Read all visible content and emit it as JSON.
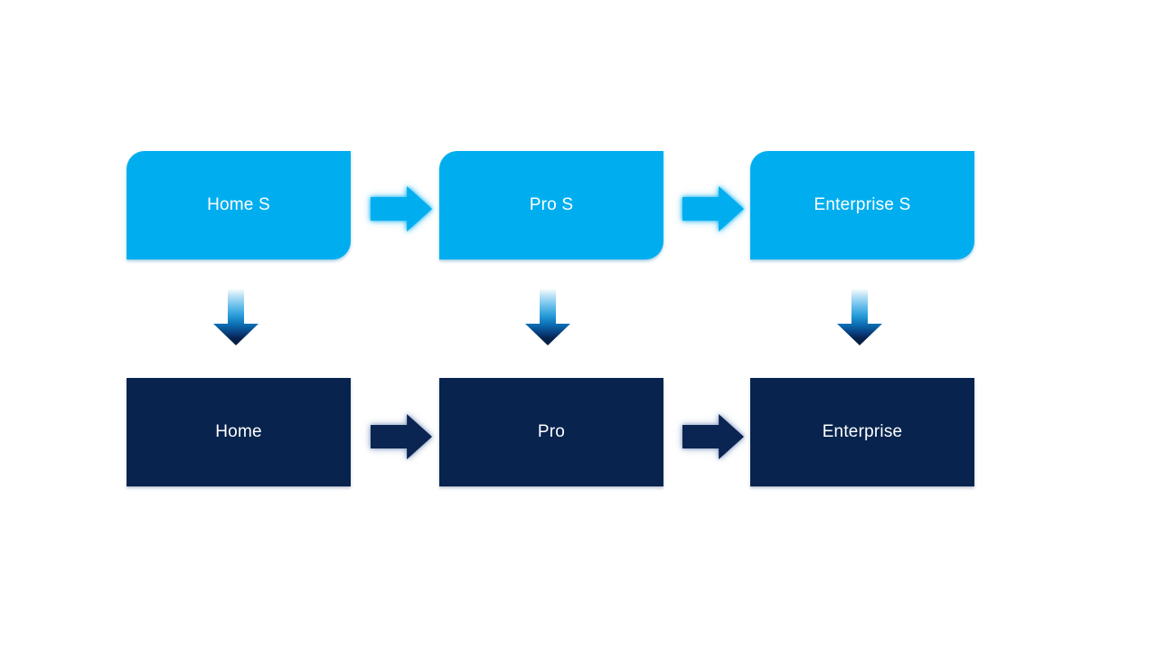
{
  "diagram": {
    "type": "flow",
    "description": "Two-row upgrade path diagram: S editions map down to full editions, each row progressing left to right",
    "columns": [
      {
        "top_label": "Home S",
        "bottom_label": "Home"
      },
      {
        "top_label": "Pro S",
        "bottom_label": "Pro"
      },
      {
        "top_label": "Enterprise S",
        "bottom_label": "Enterprise"
      }
    ],
    "connections": {
      "horizontal_top": [
        "Home S → Pro S",
        "Pro S → Enterprise S"
      ],
      "horizontal_bottom": [
        "Home → Pro",
        "Pro → Enterprise"
      ],
      "vertical": [
        "Home S → Home",
        "Pro S → Pro",
        "Enterprise S → Enterprise"
      ]
    },
    "colors": {
      "background": "#FFFFFF",
      "top_box_fill": "#00AEEF",
      "bottom_box_fill": "#07234E",
      "text": "#FFFFFF",
      "top_arrow_fill": "#00AEEF",
      "bottom_arrow_fill": "#0A2551",
      "down_arrow_gradient_top": "#FFFFFF",
      "down_arrow_gradient_mid": "#2196D6",
      "down_arrow_gradient_bottom": "#06234E"
    }
  }
}
